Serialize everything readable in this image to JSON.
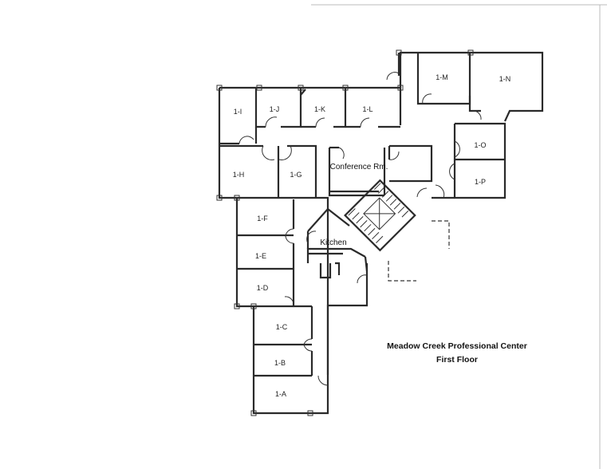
{
  "plan": {
    "title": "Meadow Creek Professional Center",
    "subtitle": "First Floor",
    "rooms": [
      {
        "id": "1-A",
        "label": "1-A"
      },
      {
        "id": "1-B",
        "label": "1-B"
      },
      {
        "id": "1-C",
        "label": "1-C"
      },
      {
        "id": "1-D",
        "label": "1-D"
      },
      {
        "id": "1-E",
        "label": "1-E"
      },
      {
        "id": "1-F",
        "label": "1-F"
      },
      {
        "id": "1-G",
        "label": "1-G"
      },
      {
        "id": "1-H",
        "label": "1-H"
      },
      {
        "id": "1-I",
        "label": "1-I"
      },
      {
        "id": "1-J",
        "label": "1-J"
      },
      {
        "id": "1-K",
        "label": "1-K"
      },
      {
        "id": "1-L",
        "label": "1-L"
      },
      {
        "id": "1-M",
        "label": "1-M"
      },
      {
        "id": "1-N",
        "label": "1-N"
      },
      {
        "id": "1-O",
        "label": "1-O"
      },
      {
        "id": "1-P",
        "label": "1-P"
      },
      {
        "id": "conference",
        "label": "Conference Rm."
      },
      {
        "id": "kitchen",
        "label": "Kitchen"
      }
    ]
  }
}
